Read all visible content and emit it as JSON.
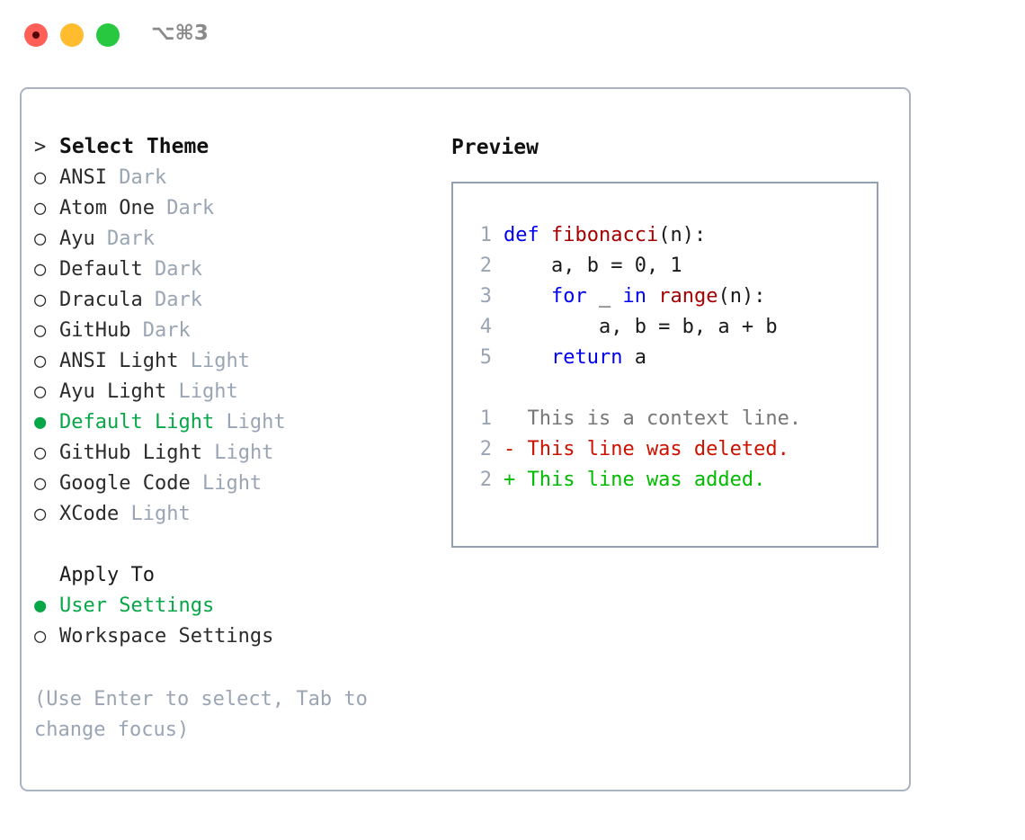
{
  "window": {
    "shortcut": "⌥⌘3",
    "traffic_lights": [
      {
        "name": "close-button",
        "color": "#ff5f57"
      },
      {
        "name": "minimize-button",
        "color": "#febc2e"
      },
      {
        "name": "maximize-button",
        "color": "#28c840"
      }
    ]
  },
  "colors": {
    "accent_green": "#07a747",
    "muted": "#9aa5b4",
    "border": "#aab4c1",
    "preview_border": "#93a0b0",
    "keyword": "#0000ee",
    "function": "#a60000",
    "diff_added": "#00bb00",
    "diff_deleted": "#cc1100",
    "diff_context": "#777777"
  },
  "theme_picker": {
    "prompt_marker": ">",
    "title": "Select Theme",
    "marker_selected": "●",
    "marker_unselected": "○",
    "items": [
      {
        "name": "ANSI",
        "category": "Dark",
        "selected": false
      },
      {
        "name": "Atom One",
        "category": "Dark",
        "selected": false
      },
      {
        "name": "Ayu",
        "category": "Dark",
        "selected": false
      },
      {
        "name": "Default",
        "category": "Dark",
        "selected": false
      },
      {
        "name": "Dracula",
        "category": "Dark",
        "selected": false
      },
      {
        "name": "GitHub",
        "category": "Dark",
        "selected": false
      },
      {
        "name": "ANSI Light",
        "category": "Light",
        "selected": false
      },
      {
        "name": "Ayu Light",
        "category": "Light",
        "selected": false
      },
      {
        "name": "Default Light",
        "category": "Light",
        "selected": true
      },
      {
        "name": "GitHub Light",
        "category": "Light",
        "selected": false
      },
      {
        "name": "Google Code",
        "category": "Light",
        "selected": false
      },
      {
        "name": "XCode",
        "category": "Light",
        "selected": false
      }
    ]
  },
  "apply_to": {
    "label": "Apply To",
    "options": [
      {
        "name": "User Settings",
        "selected": true
      },
      {
        "name": "Workspace Settings",
        "selected": false
      }
    ]
  },
  "help": {
    "text": "(Use Enter to select, Tab to change focus)"
  },
  "preview": {
    "title": "Preview",
    "code_lines": [
      {
        "no": "1",
        "tokens": [
          {
            "t": "def ",
            "c": "kw"
          },
          {
            "t": "fibonacci",
            "c": "fn"
          },
          {
            "t": "(n):",
            "c": "plain"
          }
        ]
      },
      {
        "no": "2",
        "tokens": [
          {
            "t": "    a, b = 0, 1",
            "c": "plain"
          }
        ]
      },
      {
        "no": "3",
        "tokens": [
          {
            "t": "    ",
            "c": "plain"
          },
          {
            "t": "for ",
            "c": "kw"
          },
          {
            "t": "_ ",
            "c": "plain"
          },
          {
            "t": "in ",
            "c": "kw"
          },
          {
            "t": "range",
            "c": "fn"
          },
          {
            "t": "(n):",
            "c": "plain"
          }
        ]
      },
      {
        "no": "4",
        "tokens": [
          {
            "t": "        a, b = b, a + b",
            "c": "plain"
          }
        ]
      },
      {
        "no": "5",
        "tokens": [
          {
            "t": "    ",
            "c": "plain"
          },
          {
            "t": "return ",
            "c": "kw"
          },
          {
            "t": "a",
            "c": "plain"
          }
        ]
      }
    ],
    "diff_lines": [
      {
        "no": "1",
        "text": "  This is a context line.",
        "c": "ctx"
      },
      {
        "no": "2",
        "text": "- This line was deleted.",
        "c": "del"
      },
      {
        "no": "2",
        "text": "+ This line was added.",
        "c": "add"
      }
    ]
  }
}
